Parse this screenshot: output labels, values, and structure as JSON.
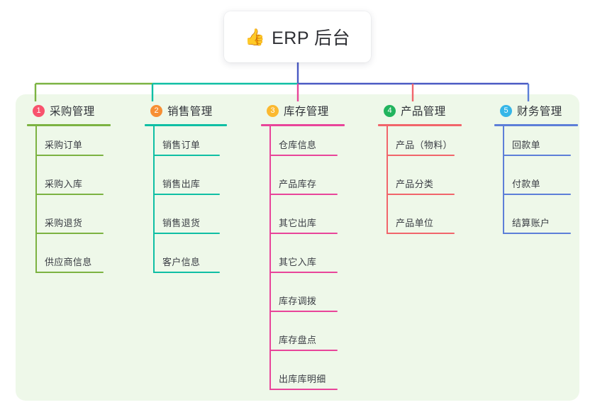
{
  "root": {
    "emoji": "👍",
    "icon_name": "thumbs-up-emoji",
    "title": "ERP 后台"
  },
  "panel": {
    "background": "#eef8e9"
  },
  "trunk_color": "#4a5ac4",
  "connector_segments": [
    {
      "name": "left-green-segment",
      "color": "#7cb342"
    },
    {
      "name": "mid-teal-segment",
      "color": "#0fbfa4"
    },
    {
      "name": "right-blue-segment",
      "color": "#4a5ac4"
    }
  ],
  "columns": [
    {
      "id": "purchase",
      "index": "1",
      "title": "采购管理",
      "badge_color": "#f8536d",
      "line_color": "#7cb342",
      "drop_color": "#7cb342",
      "items": [
        "采购订单",
        "采购入库",
        "采购退货",
        "供应商信息"
      ]
    },
    {
      "id": "sales",
      "index": "2",
      "title": "销售管理",
      "badge_color": "#f78f34",
      "line_color": "#0fbfa4",
      "drop_color": "#0fbfa4",
      "items": [
        "销售订单",
        "销售出库",
        "销售退货",
        "客户信息"
      ]
    },
    {
      "id": "inventory",
      "index": "3",
      "title": "库存管理",
      "badge_color": "#fbb930",
      "line_color": "#e8459a",
      "drop_color": "#e8459a",
      "items": [
        "仓库信息",
        "产品库存",
        "其它出库",
        "其它入库",
        "库存调拨",
        "库存盘点",
        "出库库明细"
      ]
    },
    {
      "id": "product",
      "index": "4",
      "title": "产品管理",
      "badge_color": "#22b45e",
      "line_color": "#f1656b",
      "drop_color": "#f1656b",
      "items": [
        "产品（物料）",
        "产品分类",
        "产品单位"
      ]
    },
    {
      "id": "finance",
      "index": "5",
      "title": "财务管理",
      "badge_color": "#36b6e8",
      "line_color": "#5d7fd8",
      "drop_color": "#5d7fd8",
      "items": [
        "回款单",
        "付款单",
        "结算账户"
      ]
    }
  ]
}
